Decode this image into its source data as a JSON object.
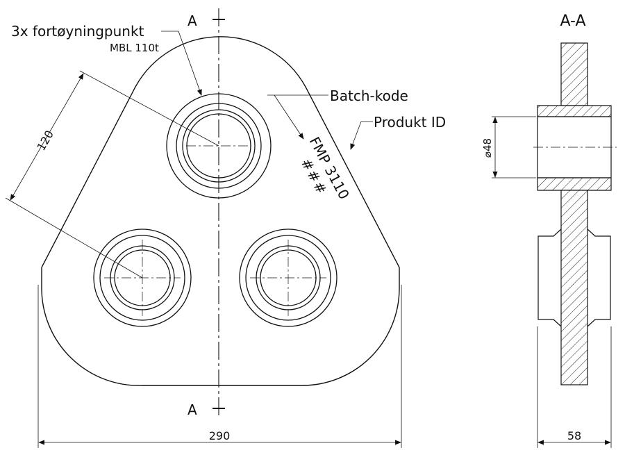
{
  "labels": {
    "section_marker_top": "A",
    "section_marker_bottom": "A",
    "section_title": "A-A",
    "mooring_points": "3x fortøyningpunkt",
    "mbl": "MBL 110t",
    "batch_code": "Batch-kode",
    "product_id": "Produkt ID",
    "engraving_product": "FMP 3110",
    "engraving_batch": "###"
  },
  "dimensions": {
    "hole_spacing": "120",
    "overall_width": "290",
    "bore_diameter": "⌀48",
    "thickness": "58"
  },
  "colors": {
    "line": "#111111",
    "hatch": "#222222",
    "background": "#ffffff"
  }
}
